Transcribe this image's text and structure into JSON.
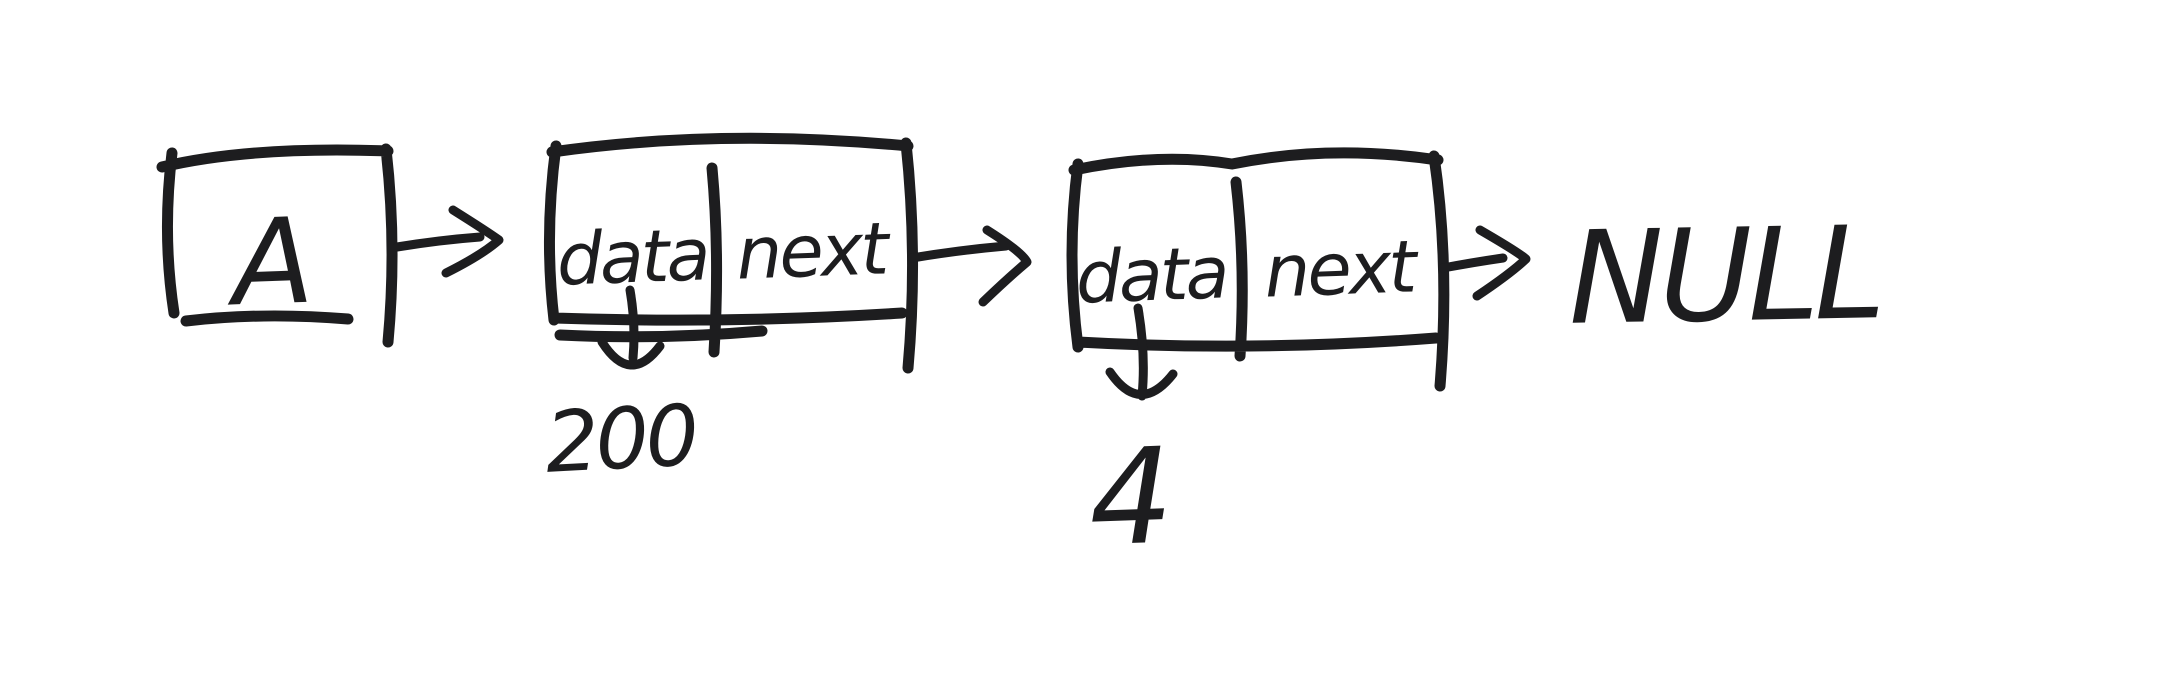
{
  "diagram": {
    "kind": "linked-list-sketch",
    "background_color": "#ffffff",
    "ink_color": "#1d1d1f",
    "head": {
      "label": "A"
    },
    "nodes": [
      {
        "data_label": "data",
        "next_label": "next",
        "value": "200"
      },
      {
        "data_label": "data",
        "next_label": "next",
        "value": "4"
      }
    ],
    "terminator": {
      "label": "NULL"
    },
    "arrows": [
      {
        "from": "head",
        "to": "node1"
      },
      {
        "from": "node1.next",
        "to": "node2"
      },
      {
        "from": "node1.data",
        "to": "200"
      },
      {
        "from": "node2.next",
        "to": "NULL"
      },
      {
        "from": "node2.data",
        "to": "4"
      }
    ]
  }
}
